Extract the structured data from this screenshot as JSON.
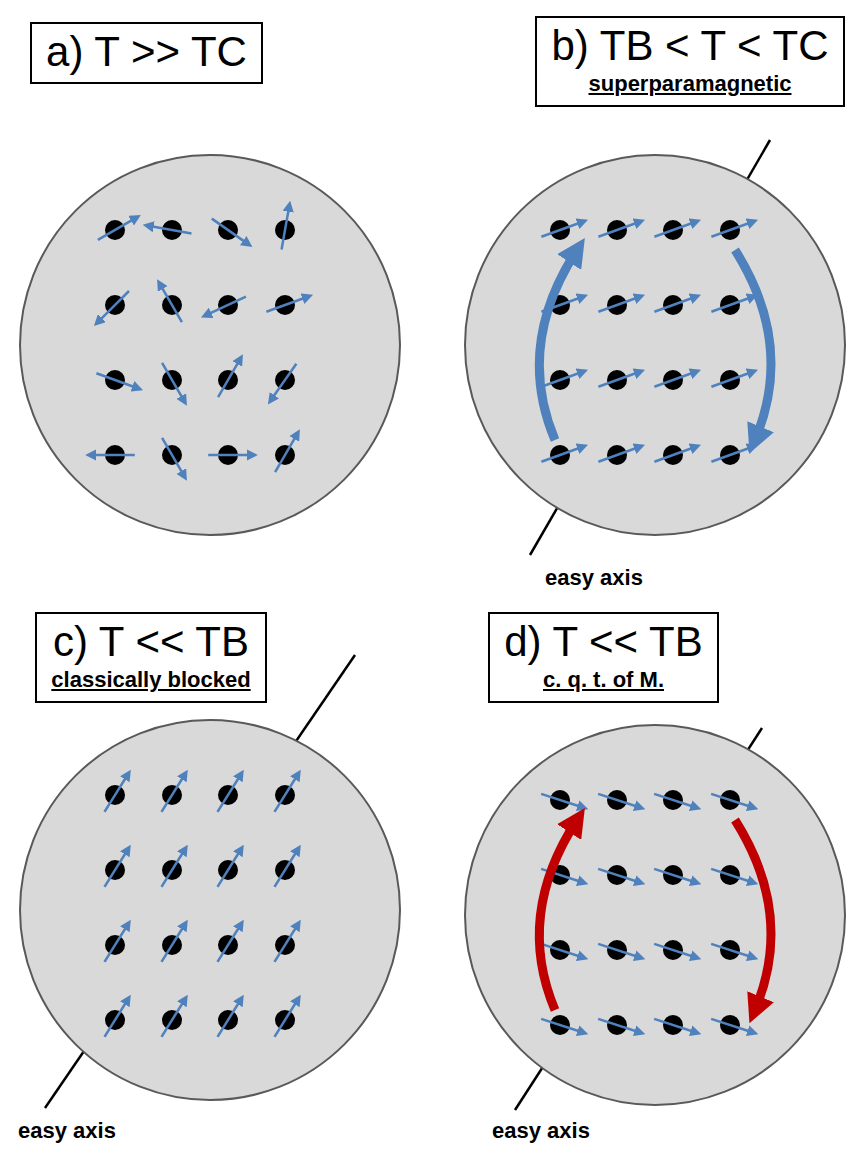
{
  "diagram": {
    "nodes": [
      {
        "text": [
          "a) T >> TC"
        ]
      },
      {
        "text": [
          "b) TB < T < TC",
          "superparamagnetic"
        ]
      },
      {
        "text": [
          "c) T << TB",
          "classically blocked"
        ]
      },
      {
        "text": [
          "d) T << TB",
          "c. q. t. of M."
        ]
      }
    ],
    "labels": [
      "easy axis",
      "easy axis",
      "easy axis"
    ]
  }
}
